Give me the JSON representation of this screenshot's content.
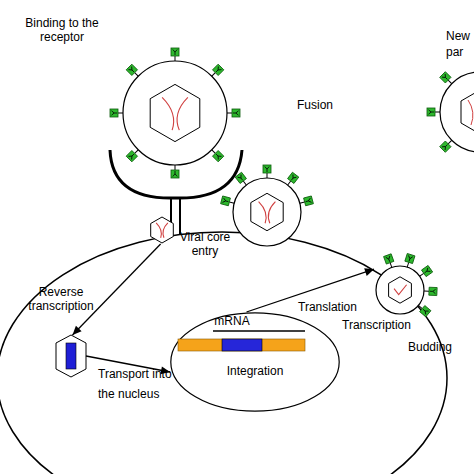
{
  "diagram": {
    "nodes": [
      {
        "text": [
          "Binding to the receptor"
        ]
      },
      {
        "text": [
          "Fusion"
        ]
      },
      {
        "text": [
          "Viral core entry"
        ]
      },
      {
        "text": [
          "Reverse transcription"
        ]
      },
      {
        "text": [
          "mRNA",
          "Integration"
        ]
      },
      {
        "text": [
          "Budding"
        ]
      }
    ],
    "edges": [
      {
        "from": 2,
        "to": 3,
        "arrow": "to"
      },
      {
        "from": 3,
        "to": 4,
        "arrow": "to",
        "label": "Transport into the nucleus"
      },
      {
        "from": 4,
        "to": 5,
        "arrow": "to",
        "label": "Translation"
      }
    ],
    "labels": [
      "Transcription",
      "New",
      "par"
    ]
  }
}
